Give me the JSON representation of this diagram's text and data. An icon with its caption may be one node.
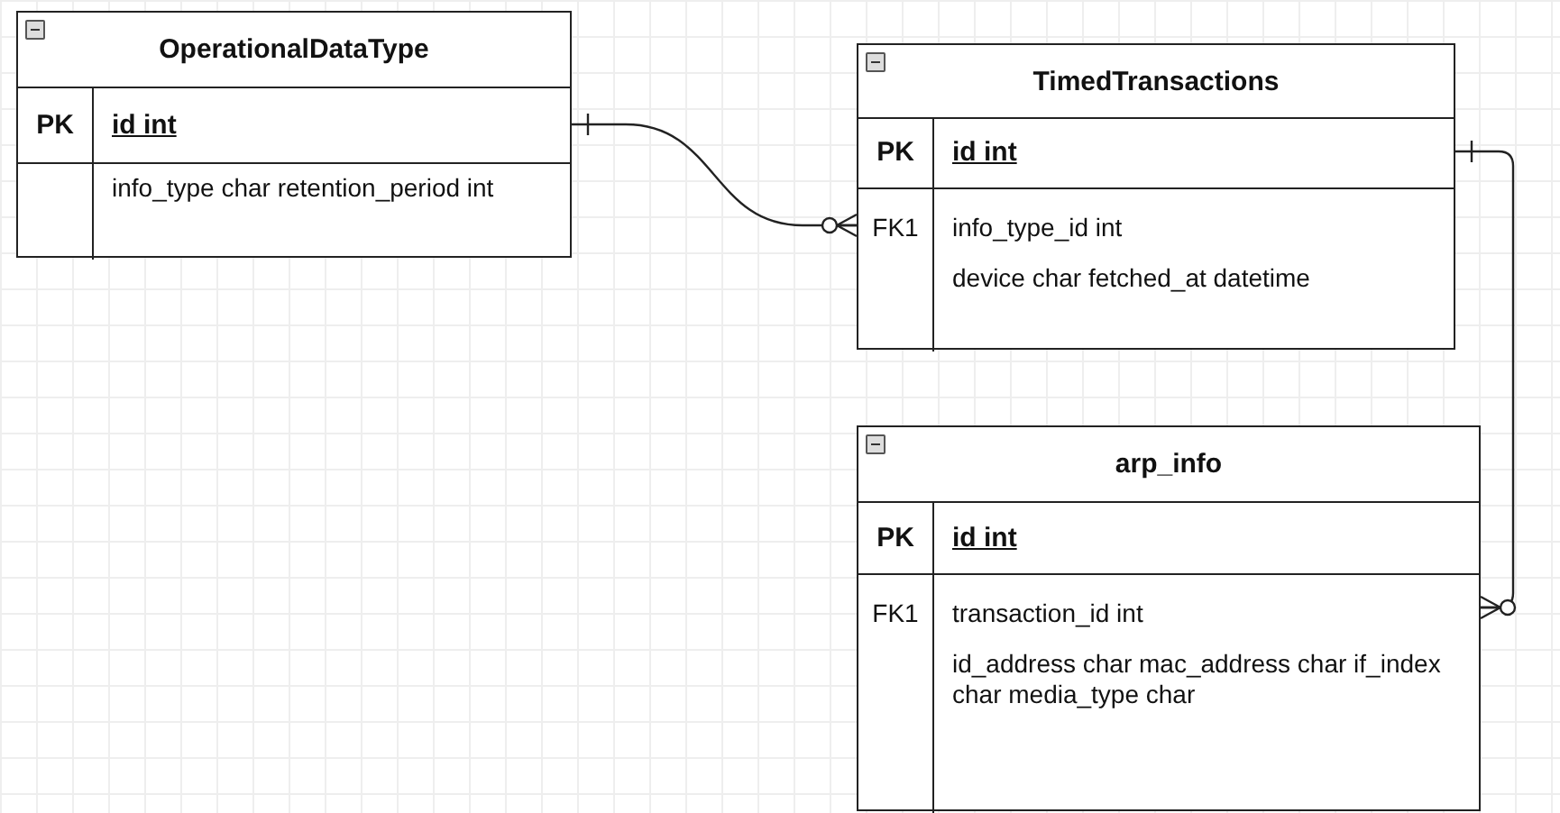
{
  "diagram": {
    "nodes": [
      {
        "text": [
          "OperationalDataType",
          "PK",
          "id int",
          "info_type char retention_period int"
        ]
      },
      {
        "text": [
          "TimedTransactions",
          "PK",
          "id int",
          "FK1",
          "info_type_id int",
          "device char fetched_at datetime"
        ]
      },
      {
        "text": [
          "arp_info",
          "PK",
          "id int",
          "FK1",
          "transaction_id int",
          "id_address char mac_address char if_index char media_type char"
        ]
      }
    ],
    "edges": [
      {
        "from": 0,
        "to": 1,
        "arrow": "other"
      },
      {
        "from": 1,
        "to": 2,
        "arrow": "other"
      }
    ]
  }
}
